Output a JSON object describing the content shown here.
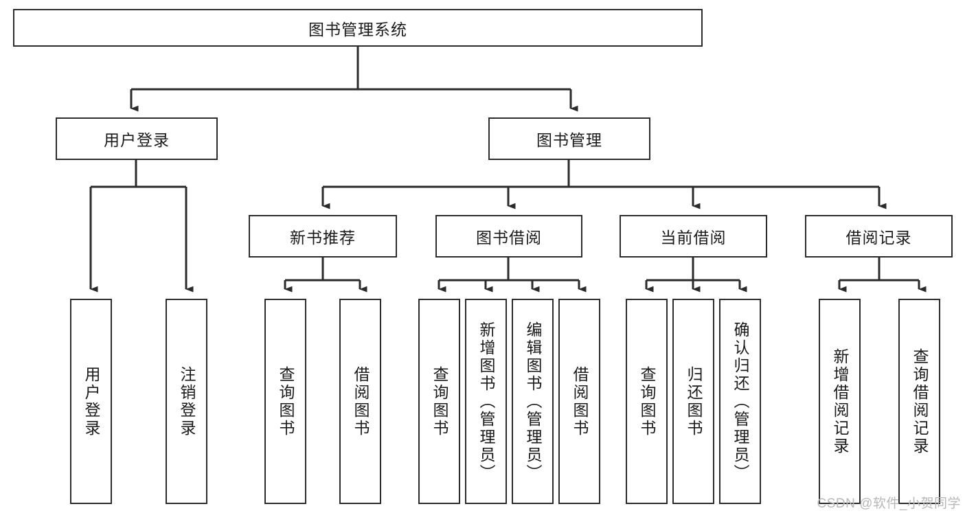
{
  "diagram": {
    "title_node": {
      "label": "图书管理系统"
    },
    "level2": [
      {
        "id": "user-login",
        "label": "用户登录"
      },
      {
        "id": "book-manage",
        "label": "图书管理"
      }
    ],
    "level3": [
      {
        "id": "new-book-recommend",
        "label": "新书推荐"
      },
      {
        "id": "book-borrow",
        "label": "图书借阅"
      },
      {
        "id": "current-borrow",
        "label": "当前借阅"
      },
      {
        "id": "borrow-record",
        "label": "借阅记录"
      }
    ],
    "leaves": [
      {
        "id": "leaf-user-login",
        "label": "用户登录",
        "group": "user-login"
      },
      {
        "id": "leaf-logout-login",
        "label": "注销登录",
        "group": "user-login"
      },
      {
        "id": "leaf-query-book-1",
        "label": "查询图书",
        "group": "new-book-recommend"
      },
      {
        "id": "leaf-borrow-book-1",
        "label": "借阅图书",
        "group": "new-book-recommend"
      },
      {
        "id": "leaf-query-book-2",
        "label": "查询图书",
        "group": "book-borrow"
      },
      {
        "id": "leaf-add-book",
        "label": "新增图书（管理员）",
        "group": "book-borrow"
      },
      {
        "id": "leaf-edit-book",
        "label": "编辑图书（管理员）",
        "group": "book-borrow"
      },
      {
        "id": "leaf-borrow-book-2",
        "label": "借阅图书",
        "group": "book-borrow"
      },
      {
        "id": "leaf-query-book-3",
        "label": "查询图书",
        "group": "current-borrow"
      },
      {
        "id": "leaf-return-book",
        "label": "归还图书",
        "group": "current-borrow"
      },
      {
        "id": "leaf-confirm-return",
        "label": "确认归还（管理员）",
        "group": "current-borrow"
      },
      {
        "id": "leaf-add-borrow-record",
        "label": "新增借阅记录",
        "group": "borrow-record"
      },
      {
        "id": "leaf-query-borrow-record",
        "label": "查询借阅记录",
        "group": "borrow-record"
      }
    ],
    "watermark": "CSDN @软件_小贺同学",
    "colors": {
      "stroke": "#2b2b2b",
      "fill": "#ffffff",
      "text": "#1a1a1a",
      "watermark": "#b8b8b8"
    }
  }
}
